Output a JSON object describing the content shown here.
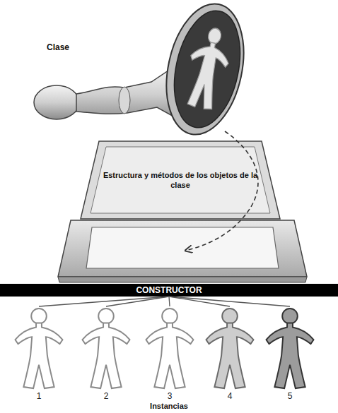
{
  "diagram": {
    "nodes": [
      {
        "text": [
          "Estructura y métodos de los objetos de la clase"
        ]
      },
      {
        "text": [
          "CONSTRUCTOR"
        ]
      },
      {
        "text": [
          "1"
        ]
      },
      {
        "text": [
          "2"
        ]
      },
      {
        "text": [
          "3"
        ]
      },
      {
        "text": [
          "4"
        ]
      },
      {
        "text": [
          "5"
        ]
      }
    ],
    "edges": [
      {
        "from": 1,
        "to": 2,
        "arrow": "none"
      },
      {
        "from": 1,
        "to": 3,
        "arrow": "none"
      },
      {
        "from": 1,
        "to": 4,
        "arrow": "none"
      },
      {
        "from": 1,
        "to": 5,
        "arrow": "none"
      },
      {
        "from": 1,
        "to": 6,
        "arrow": "none"
      }
    ],
    "labels": [
      "Clase",
      "Instancias"
    ]
  }
}
